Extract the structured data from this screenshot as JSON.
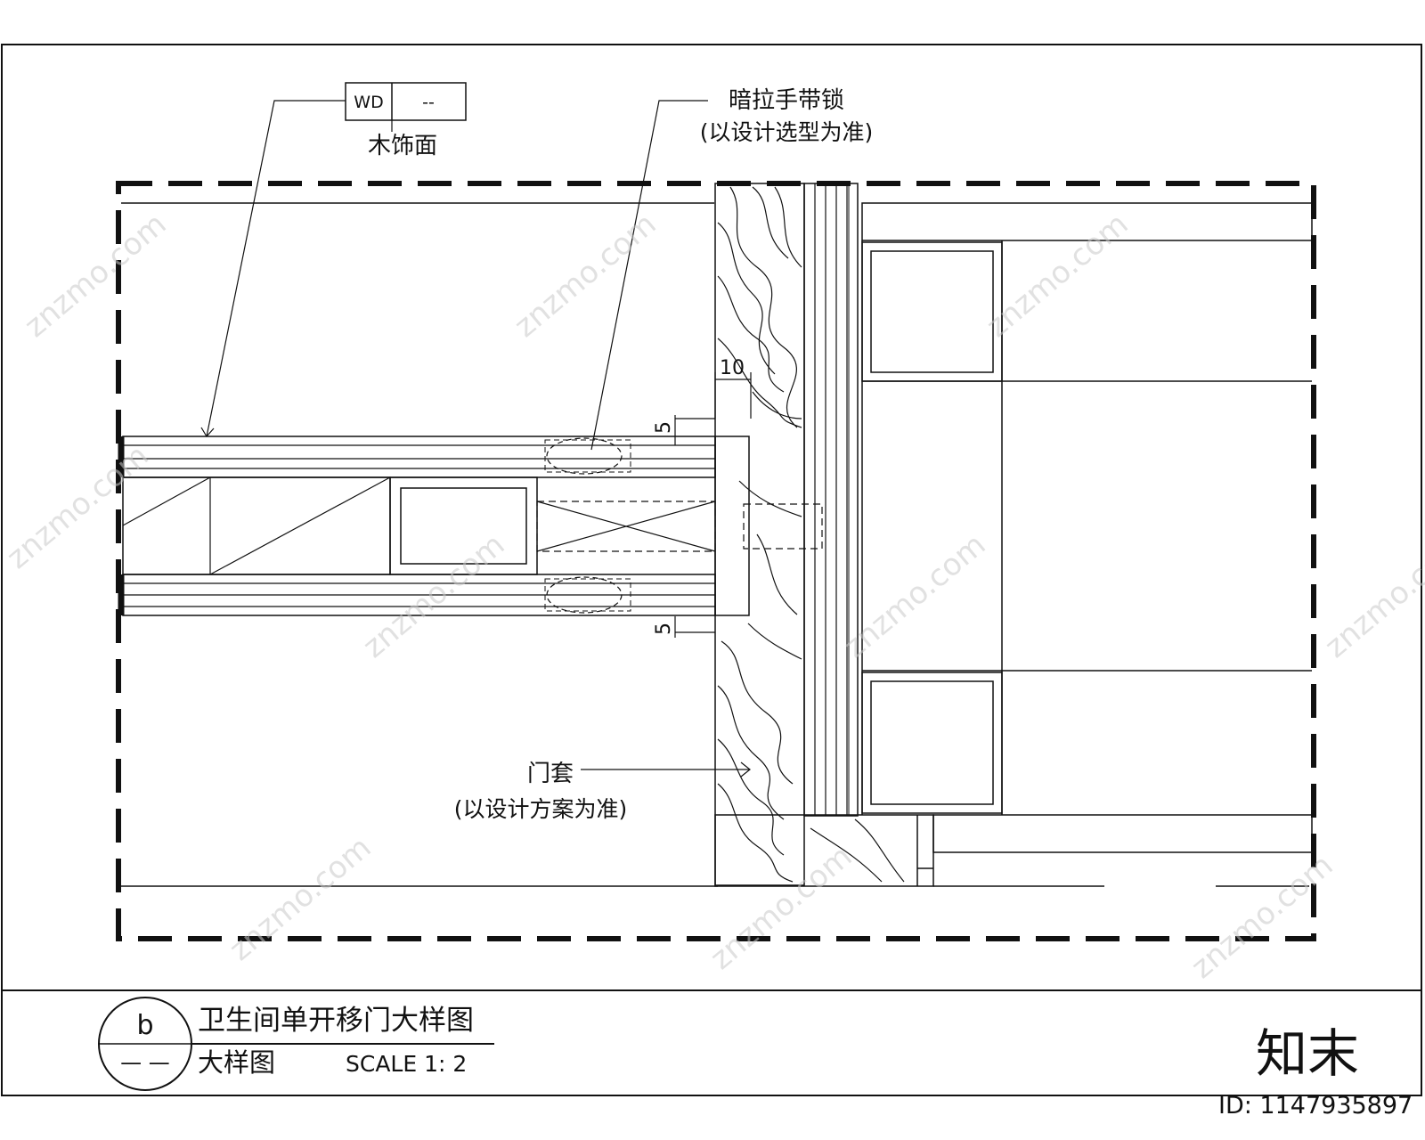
{
  "callouts": {
    "material_tag_code": "WD",
    "material_tag_value": "--",
    "material_label": "木饰面",
    "lock_label_line1": "暗拉手带锁",
    "lock_label_line2": "(以设计选型为准)",
    "frame_label_line1": "门套",
    "frame_label_line2": "(以设计方案为准)"
  },
  "dimensions": {
    "top_width": "10",
    "gap_upper": "5",
    "gap_lower": "5"
  },
  "title_block": {
    "detail_symbol": "b",
    "detail_symbol_ref": "— —",
    "title": "卫生间单开移门大样图",
    "subtitle": "大样图",
    "scale": "SCALE  1: 2"
  },
  "watermark": {
    "site": "znzmo.com",
    "brand": "知末",
    "id": "ID: 1147935897"
  }
}
